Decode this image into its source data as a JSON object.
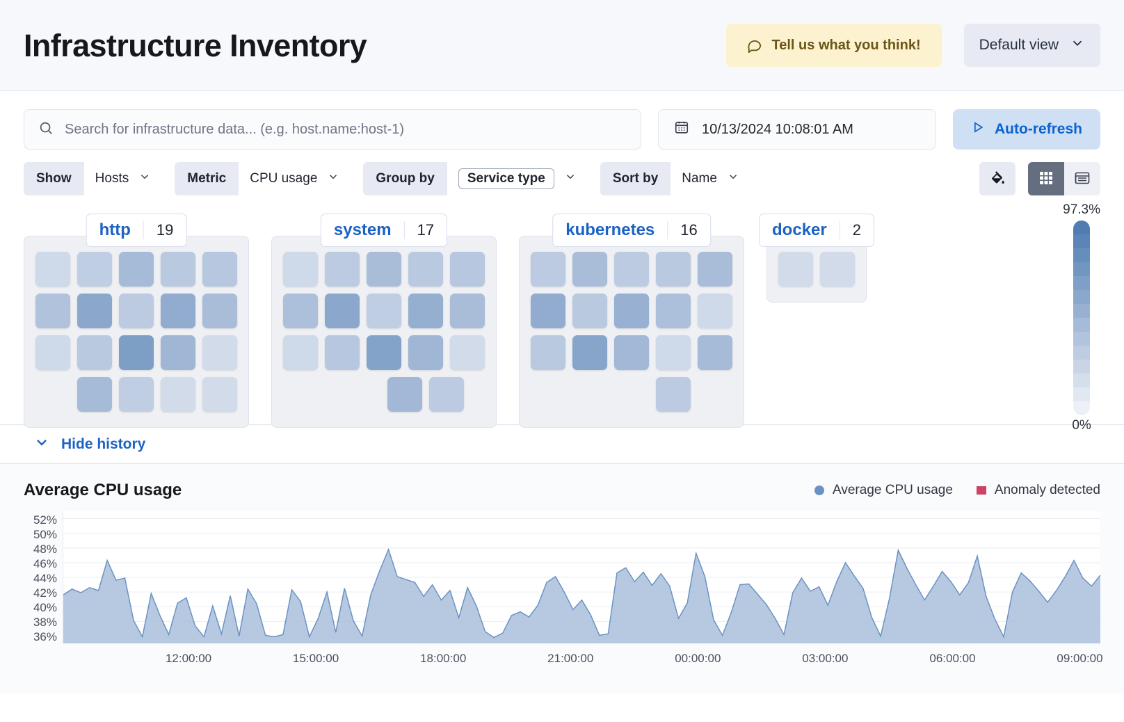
{
  "header": {
    "title": "Infrastructure Inventory",
    "feedback_label": "Tell us what you think!",
    "feedback_icon": "comment-icon",
    "view_label": "Default view",
    "view_icon": "chevron-down-icon",
    "bg": "#f7f8fc",
    "feedback_bg": "#fdf2d0"
  },
  "search": {
    "placeholder": "Search for infrastructure data... (e.g. host.name:host-1)",
    "value": "",
    "icon": "search-icon",
    "date_value": "10/13/2024 10:08:01 AM",
    "date_icon": "calendar-icon",
    "refresh_label": "Auto-refresh",
    "refresh_icon": "play-icon",
    "refresh_color": "#0b63ce"
  },
  "filters": [
    {
      "label": "Show",
      "value": "Hosts",
      "boxed": false
    },
    {
      "label": "Metric",
      "value": "CPU usage",
      "boxed": false
    },
    {
      "label": "Group by",
      "value": "Service type",
      "boxed": true
    },
    {
      "label": "Sort by",
      "value": "Name",
      "boxed": false
    }
  ],
  "view_controls": {
    "legend_button_icon": "paint-bucket-icon",
    "map_button_icon": "grid-icon",
    "table_button_icon": "table-icon",
    "selected": "map"
  },
  "waffle": {
    "legend": {
      "max": "97.3%",
      "min": "0%"
    },
    "groups": [
      {
        "name": "http",
        "count": "19",
        "rows": [
          {
            "offset": 0,
            "values": [
              0.2,
              0.3,
              0.46,
              0.34,
              0.36
            ]
          },
          {
            "offset": 0,
            "values": [
              0.4,
              0.62,
              0.32,
              0.58,
              0.44
            ]
          },
          {
            "offset": 0,
            "values": [
              0.2,
              0.34,
              0.7,
              0.5,
              0.18
            ]
          },
          {
            "offset": 1,
            "values": [
              0.46,
              0.3,
              0.18,
              0.18
            ]
          }
        ]
      },
      {
        "name": "system",
        "count": "17",
        "rows": [
          {
            "offset": 0,
            "values": [
              0.2,
              0.32,
              0.44,
              0.34,
              0.36
            ]
          },
          {
            "offset": 0,
            "values": [
              0.42,
              0.62,
              0.3,
              0.56,
              0.44
            ]
          },
          {
            "offset": 0,
            "values": [
              0.2,
              0.36,
              0.66,
              0.5,
              0.18
            ]
          },
          {
            "offset": 2,
            "values": [
              0.48,
              0.32
            ]
          }
        ]
      },
      {
        "name": "kubernetes",
        "count": "16",
        "rows": [
          {
            "offset": 0,
            "values": [
              0.32,
              0.44,
              0.32,
              0.34,
              0.44
            ]
          },
          {
            "offset": 0,
            "values": [
              0.58,
              0.34,
              0.54,
              0.42,
              0.2
            ]
          },
          {
            "offset": 0,
            "values": [
              0.34,
              0.64,
              0.48,
              0.2,
              0.46
            ]
          },
          {
            "offset": 2,
            "values": [
              0.32
            ]
          }
        ]
      },
      {
        "name": "docker",
        "count": "2",
        "rows": [
          {
            "offset": 0,
            "values": [
              0.18,
              0.18
            ]
          }
        ]
      }
    ]
  },
  "history": {
    "toggle_label": "Hide history",
    "toggle_icon": "chevron-down-icon"
  },
  "chart_data": {
    "type": "area",
    "title": "Average CPU usage",
    "xlabel": "",
    "ylabel": "",
    "ylim": [
      35,
      53
    ],
    "yticks": [
      "52%",
      "50%",
      "48%",
      "46%",
      "44%",
      "42%",
      "40%",
      "38%",
      "36%"
    ],
    "ytick_values": [
      52,
      50,
      48,
      46,
      44,
      42,
      40,
      38,
      36
    ],
    "xticks": [
      "12:00:00",
      "15:00:00",
      "18:00:00",
      "21:00:00",
      "00:00:00",
      "03:00:00",
      "06:00:00",
      "09:00:00"
    ],
    "grid": true,
    "legend_position": "top-right",
    "legend": [
      {
        "name": "Average CPU usage",
        "color": "#6a92c4",
        "marker": "circle"
      },
      {
        "name": "Anomaly detected",
        "color": "#cc4365",
        "marker": "square"
      }
    ],
    "series": [
      {
        "name": "Average CPU usage",
        "color": "#6a92c4",
        "fill": "#aabfdb",
        "values": [
          41.6,
          42.4,
          41.9,
          42.6,
          42.2,
          46.3,
          43.6,
          43.9,
          38.1,
          35.9,
          41.8,
          38.8,
          36.2,
          40.5,
          41.2,
          37.4,
          35.9,
          40.1,
          36.3,
          41.5,
          36.0,
          42.4,
          40.4,
          36.1,
          35.9,
          36.2,
          42.3,
          40.7,
          35.9,
          38.4,
          42.0,
          36.5,
          42.5,
          38.1,
          36.0,
          41.7,
          44.9,
          47.8,
          44.1,
          43.7,
          43.3,
          41.4,
          43.0,
          40.9,
          42.2,
          38.5,
          42.6,
          40.1,
          36.6,
          35.8,
          36.4,
          38.8,
          39.3,
          38.6,
          40.2,
          43.3,
          44.1,
          42.0,
          39.6,
          40.9,
          38.9,
          36.1,
          36.3,
          44.6,
          45.3,
          43.4,
          44.7,
          42.9,
          44.5,
          42.8,
          38.4,
          40.5,
          47.3,
          44.1,
          38.2,
          36.1,
          39.2,
          43.0,
          43.1,
          41.7,
          40.3,
          38.4,
          36.2,
          41.9,
          43.9,
          42.1,
          42.7,
          40.2,
          43.4,
          46.0,
          44.2,
          42.5,
          38.5,
          36.0,
          41.1,
          47.7,
          45.2,
          43.0,
          40.9,
          42.8,
          44.8,
          43.4,
          41.6,
          43.3,
          46.9,
          41.4,
          38.3,
          35.9,
          42.0,
          44.6,
          43.5,
          42.1,
          40.6,
          42.2,
          44.1,
          46.3,
          43.9,
          42.8,
          44.3
        ]
      }
    ]
  }
}
